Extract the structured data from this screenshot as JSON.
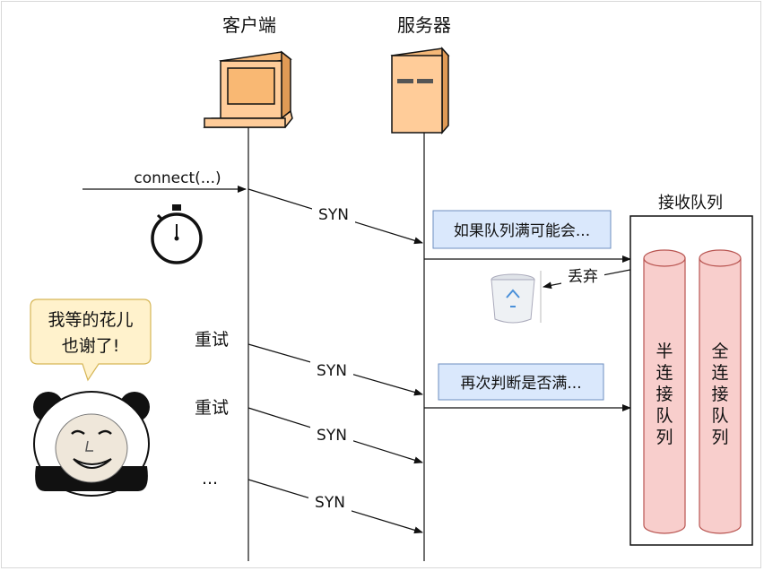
{
  "headers": {
    "client": "客户端",
    "server": "服务器",
    "queue_title": "接收队列"
  },
  "messages": {
    "connect": "connect(...)",
    "syn": "SYN",
    "retry": "重试",
    "ellipsis": "..."
  },
  "notes": {
    "first": "如果队列满可能会...",
    "second": "再次判断是否满...",
    "drop": "丢弃"
  },
  "queues": {
    "half": "半连接队列",
    "full": "全连接队列"
  },
  "speech_bubble": {
    "line1": "我等的花儿",
    "line2": "也谢了!"
  },
  "colors": {
    "note_fill": "#dae8fc",
    "note_border": "#6c8ebf",
    "queue_fill": "#f8cecc",
    "queue_border": "#b85450",
    "device_fill": "#ffcc99",
    "bubble_fill": "#fff2cc",
    "bubble_border": "#d6b656"
  },
  "icons": [
    "computer-icon",
    "server-icon",
    "stopwatch-icon",
    "trash-bin-icon",
    "panda-meme-icon"
  ]
}
